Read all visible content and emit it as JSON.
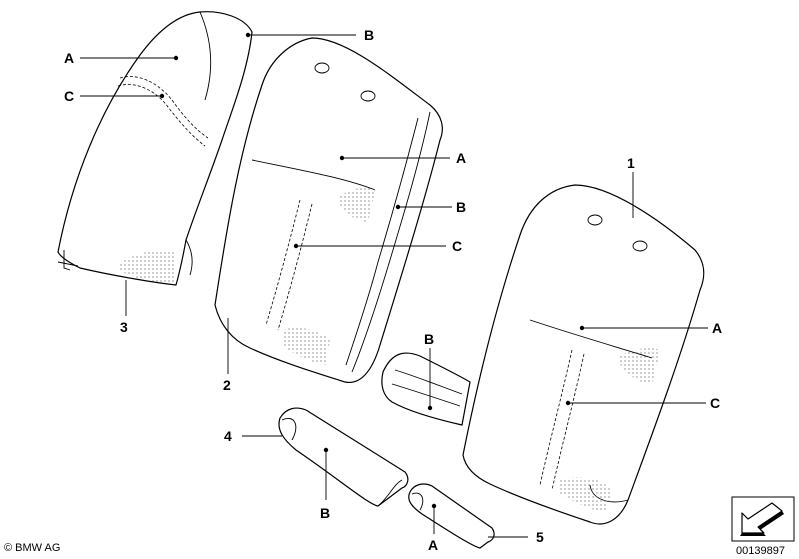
{
  "callouts": {
    "part1": "1",
    "part2": "2",
    "part3": "3",
    "part4": "4",
    "part5": "5",
    "a": "A",
    "b": "B",
    "c": "C"
  },
  "footer": {
    "copyright": "© BMW AG",
    "diagram_number": "00139897"
  }
}
